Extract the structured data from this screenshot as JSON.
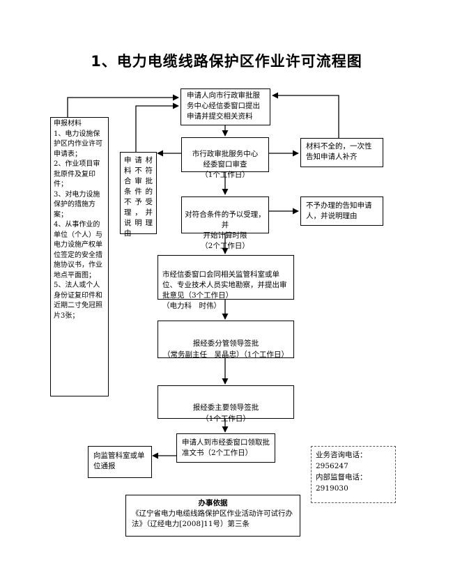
{
  "title": "1、电力电缆线路保护区作业许可流程图",
  "materials": {
    "header": "申报材料",
    "items": [
      "1、电力设施保护区内作业许可申请表；",
      "2、作业项目审批原件及复印件；",
      "3、对电力设施保护的措施方案；",
      "4、从事作业的单位（个人）与电力设施产权单位签定的安全措施协议书，作业地点平面图；",
      "5、法人或个人身份证复印件和近期二寸免冠照片3张；"
    ]
  },
  "steps": {
    "apply": "申请人向市行政审批服务中心经信委窗口提出申请并提交相关资料",
    "review": "市行政审批服务中心\n经委窗口审查\n（1个工作日）",
    "accept": "对符合条件的予以受理，并\n开始计算时限\n（2个工作日）",
    "survey": "市经信委窗口会同相关监管科室或单位、专业技术人员实地勘察，并提出审批意见（3个工作日）\n（电力科　时伟）",
    "deputy": "报经委分管领导签批\n（常务副主任　吴晶忠）（1个工作日）",
    "chief": "报经委主要领导签批\n（1个工作日）",
    "collect": "申请人到市经委窗口领取批准文书（2个工作日）"
  },
  "side": {
    "incomplete": "材料不全的，一次性告知申请人补齐",
    "rejected": "申请材料不符合审批条件的不予受理，并说明理由",
    "not_handled": "不予办理的告知申请人，并说明理由",
    "notify": "向监管科室或单位通报"
  },
  "contact": {
    "consult_label": "业务咨询电话：",
    "consult_phone": "2956247",
    "supervise_label": "内部监督电话：",
    "supervise_phone": "2919030"
  },
  "basis": {
    "heading": "办事依据",
    "text": "《辽宁省电力电缆线路保护区作业活动许可试行办法》（辽经电力[2008]11号）第三条"
  }
}
